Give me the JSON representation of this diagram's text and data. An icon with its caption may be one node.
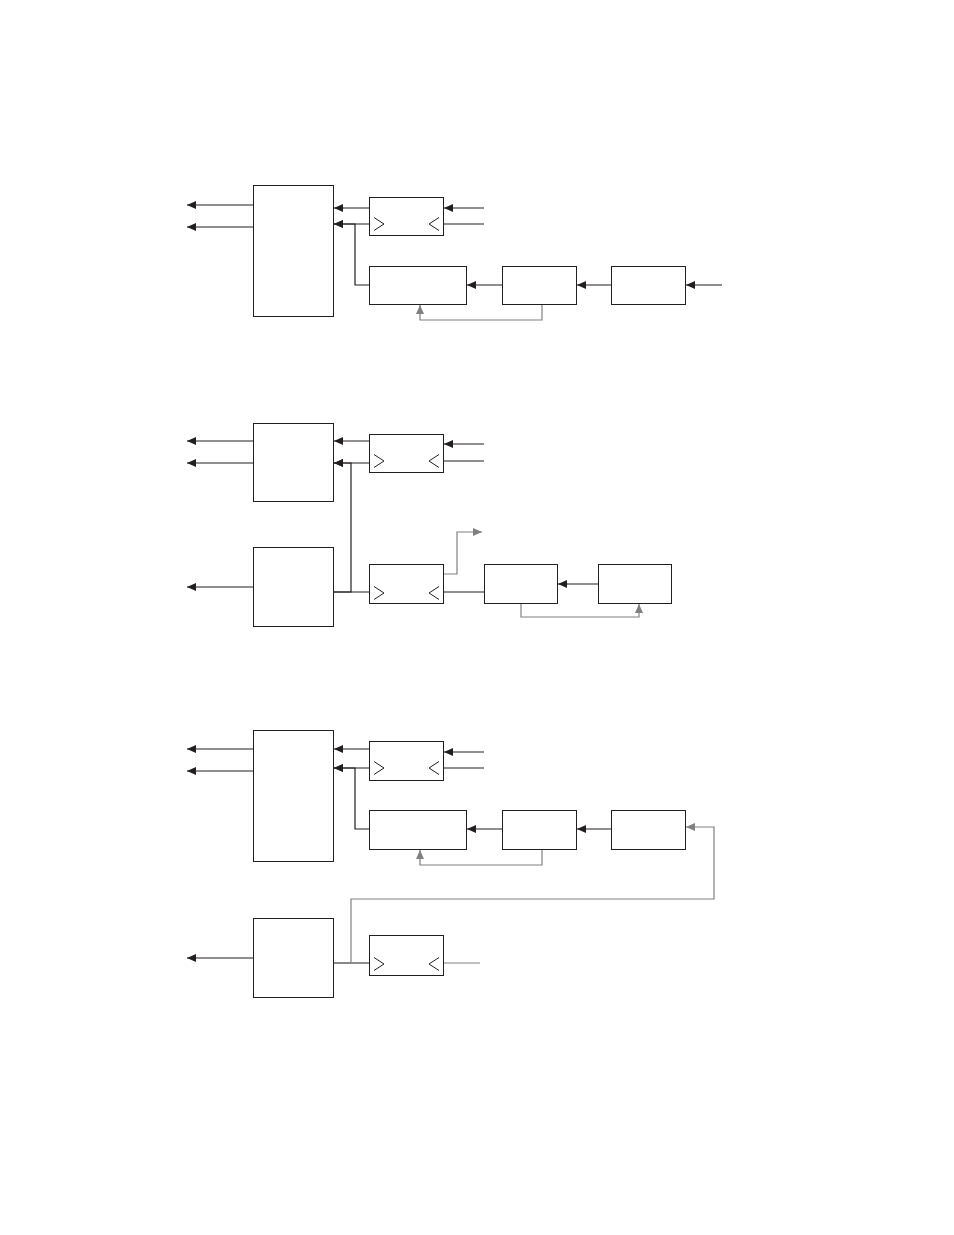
{
  "diagram": {
    "nodes": [
      {
        "text": [],
        "shape": "box"
      },
      {
        "text": [],
        "shape": "box"
      },
      {
        "text": [],
        "shape": "box"
      },
      {
        "text": [],
        "shape": "box"
      },
      {
        "text": [],
        "shape": "box"
      },
      {
        "text": [],
        "shape": "box"
      },
      {
        "text": [],
        "shape": "box"
      },
      {
        "text": [],
        "shape": "box"
      },
      {
        "text": [],
        "shape": "box"
      },
      {
        "text": [],
        "shape": "box"
      },
      {
        "text": [],
        "shape": "box"
      },
      {
        "text": [],
        "shape": "box"
      },
      {
        "text": [],
        "shape": "box"
      },
      {
        "text": [],
        "shape": "box"
      },
      {
        "text": [],
        "shape": "box"
      },
      {
        "text": [],
        "shape": "box"
      },
      {
        "text": [],
        "shape": "box"
      },
      {
        "text": [],
        "shape": "box"
      }
    ],
    "edges": [
      {
        "from": 0,
        "to": null,
        "arrow": "to"
      },
      {
        "from": 0,
        "to": null,
        "arrow": "to"
      },
      {
        "from": 1,
        "to": 0,
        "arrow": "to"
      },
      {
        "from": 1,
        "to": 0,
        "arrow": "to"
      },
      {
        "from": 2,
        "to": 0,
        "arrow": "to"
      },
      {
        "from": null,
        "to": 1,
        "arrow": "to"
      },
      {
        "from": null,
        "to": 1,
        "arrow": "none"
      },
      {
        "from": 3,
        "to": 2,
        "arrow": "to"
      },
      {
        "from": 4,
        "to": 3,
        "arrow": "to"
      },
      {
        "from": null,
        "to": 4,
        "arrow": "to"
      },
      {
        "from": 3,
        "to": 2,
        "arrow": "to",
        "color": "#808080"
      },
      {
        "from": 5,
        "to": null,
        "arrow": "to"
      },
      {
        "from": 5,
        "to": null,
        "arrow": "to"
      },
      {
        "from": 6,
        "to": 5,
        "arrow": "to"
      },
      {
        "from": 6,
        "to": 5,
        "arrow": "to"
      },
      {
        "from": null,
        "to": 6,
        "arrow": "to"
      },
      {
        "from": null,
        "to": 6,
        "arrow": "none"
      },
      {
        "from": 7,
        "to": null,
        "arrow": "to"
      },
      {
        "from": 7,
        "to": 8,
        "arrow": "none"
      },
      {
        "from": 7,
        "to": 5,
        "arrow": "to"
      },
      {
        "from": 8,
        "to": null,
        "arrow": "to",
        "color": "#808080"
      },
      {
        "from": 9,
        "to": 8,
        "arrow": "none"
      },
      {
        "from": 10,
        "to": 9,
        "arrow": "to"
      },
      {
        "from": 9,
        "to": 10,
        "arrow": "to",
        "color": "#808080"
      },
      {
        "from": 11,
        "to": null,
        "arrow": "to"
      },
      {
        "from": 11,
        "to": null,
        "arrow": "to"
      },
      {
        "from": 12,
        "to": 11,
        "arrow": "to"
      },
      {
        "from": 12,
        "to": 11,
        "arrow": "to"
      },
      {
        "from": null,
        "to": 12,
        "arrow": "to"
      },
      {
        "from": null,
        "to": 12,
        "arrow": "none"
      },
      {
        "from": 13,
        "to": 11,
        "arrow": "to"
      },
      {
        "from": 14,
        "to": 13,
        "arrow": "to"
      },
      {
        "from": 15,
        "to": 14,
        "arrow": "to"
      },
      {
        "from": 14,
        "to": 13,
        "arrow": "to",
        "color": "#808080"
      },
      {
        "from": 16,
        "to": null,
        "arrow": "to"
      },
      {
        "from": 16,
        "to": 17,
        "arrow": "none"
      },
      {
        "from": 16,
        "to": 15,
        "arrow": "to",
        "color": "#808080"
      },
      {
        "from": null,
        "to": 17,
        "arrow": "none",
        "color": "#808080"
      }
    ]
  }
}
